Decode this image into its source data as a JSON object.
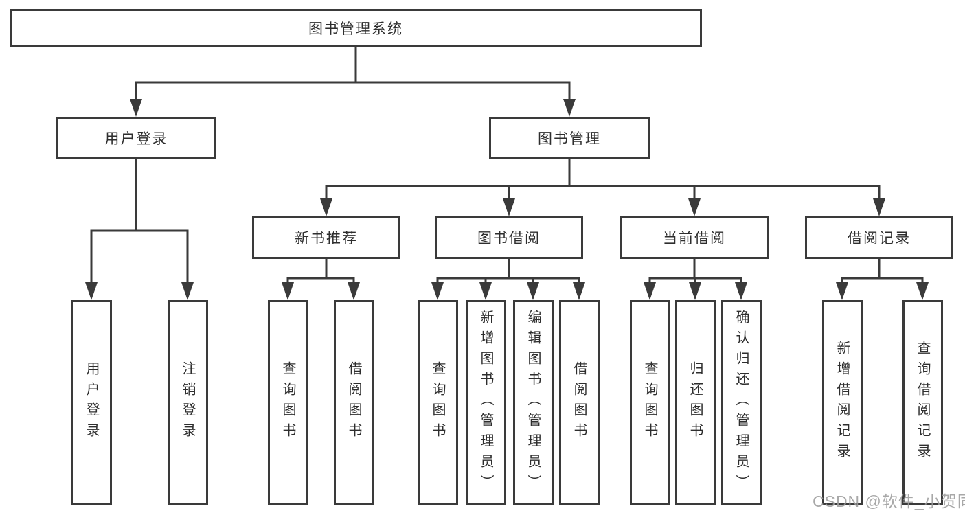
{
  "tree": {
    "root": {
      "label": "图书管理系统"
    },
    "branches": [
      {
        "label": "用户登录",
        "children": [
          {
            "label": "用户登录"
          },
          {
            "label": "注销登录"
          }
        ]
      },
      {
        "label": "图书管理",
        "children": [
          {
            "label": "新书推荐",
            "children": [
              {
                "label": "查询图书"
              },
              {
                "label": "借阅图书"
              }
            ]
          },
          {
            "label": "图书借阅",
            "children": [
              {
                "label": "查询图书"
              },
              {
                "label": "新增图书（管理员）"
              },
              {
                "label": "编辑图书（管理员）"
              },
              {
                "label": "借阅图书"
              }
            ]
          },
          {
            "label": "当前借阅",
            "children": [
              {
                "label": "查询图书"
              },
              {
                "label": "归还图书"
              },
              {
                "label": "确认归还（管理员）"
              }
            ]
          },
          {
            "label": "借阅记录",
            "children": [
              {
                "label": "新增借阅记录"
              },
              {
                "label": "查询借阅记录"
              }
            ]
          }
        ]
      }
    ]
  },
  "watermark": {
    "text": "CSDN @软件_小贺同学"
  },
  "colors": {
    "line": "#3a3a3a",
    "box_border": "#3a3a3a",
    "text": "#2e2e2e",
    "watermark": "#9d9d9d",
    "background": "#ffffff"
  }
}
